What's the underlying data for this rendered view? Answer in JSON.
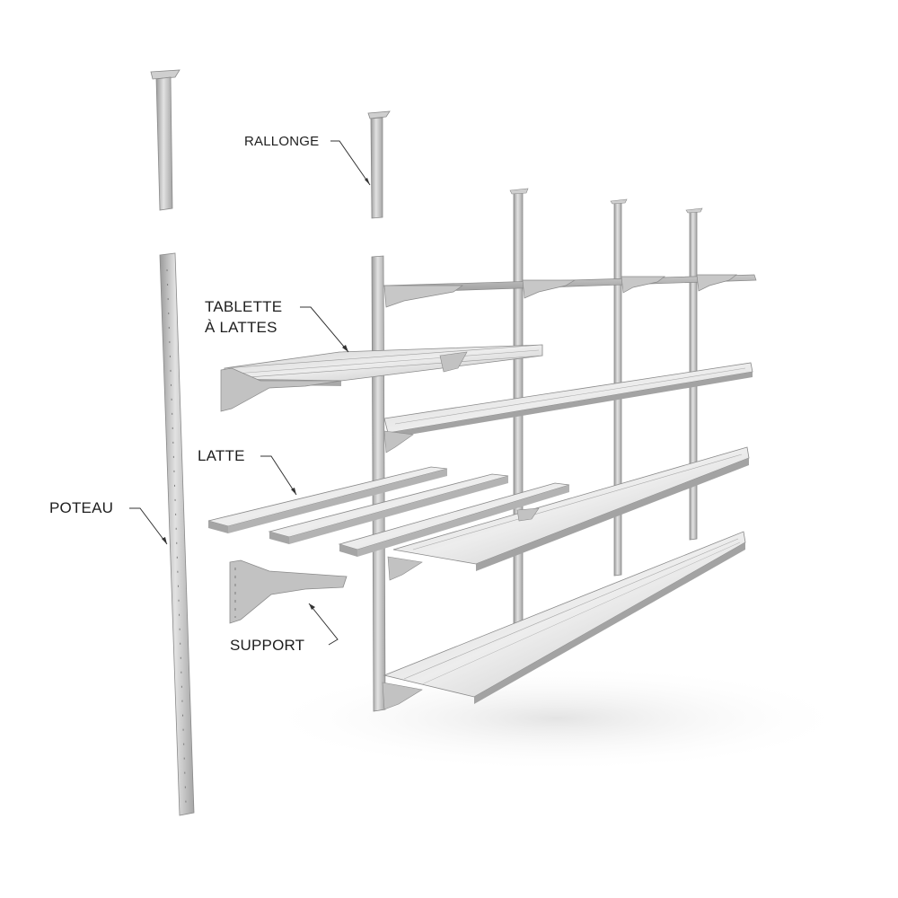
{
  "labels": {
    "rallonge": "RALLONGE",
    "tablette_line1": "TABLETTE",
    "tablette_line2": "À LATTES",
    "latte": "LATTE",
    "poteau": "POTEAU",
    "support": "SUPPORT"
  },
  "colors": {
    "metal_light": "#dcdcdc",
    "metal_mid": "#b9b9b9",
    "metal_dark": "#8e8e8e",
    "leader_line": "#333333",
    "text": "#1e1e1e"
  }
}
